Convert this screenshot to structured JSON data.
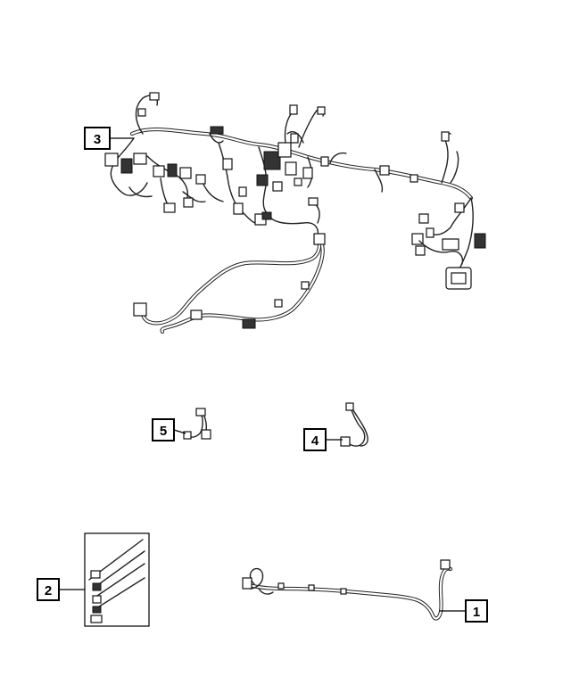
{
  "callouts": {
    "c1": "1",
    "c2": "2",
    "c3": "3",
    "c4": "4",
    "c5": "5"
  },
  "icons": {
    "main_harness": "instrument-panel-wiring-harness",
    "kit": "wiring-repair-kit",
    "jumper_5": "jumper-wire",
    "jumper_4": "jumper-wire",
    "harness_1": "wiring-harness"
  },
  "colors": {
    "line": "#222222",
    "background": "#ffffff"
  }
}
